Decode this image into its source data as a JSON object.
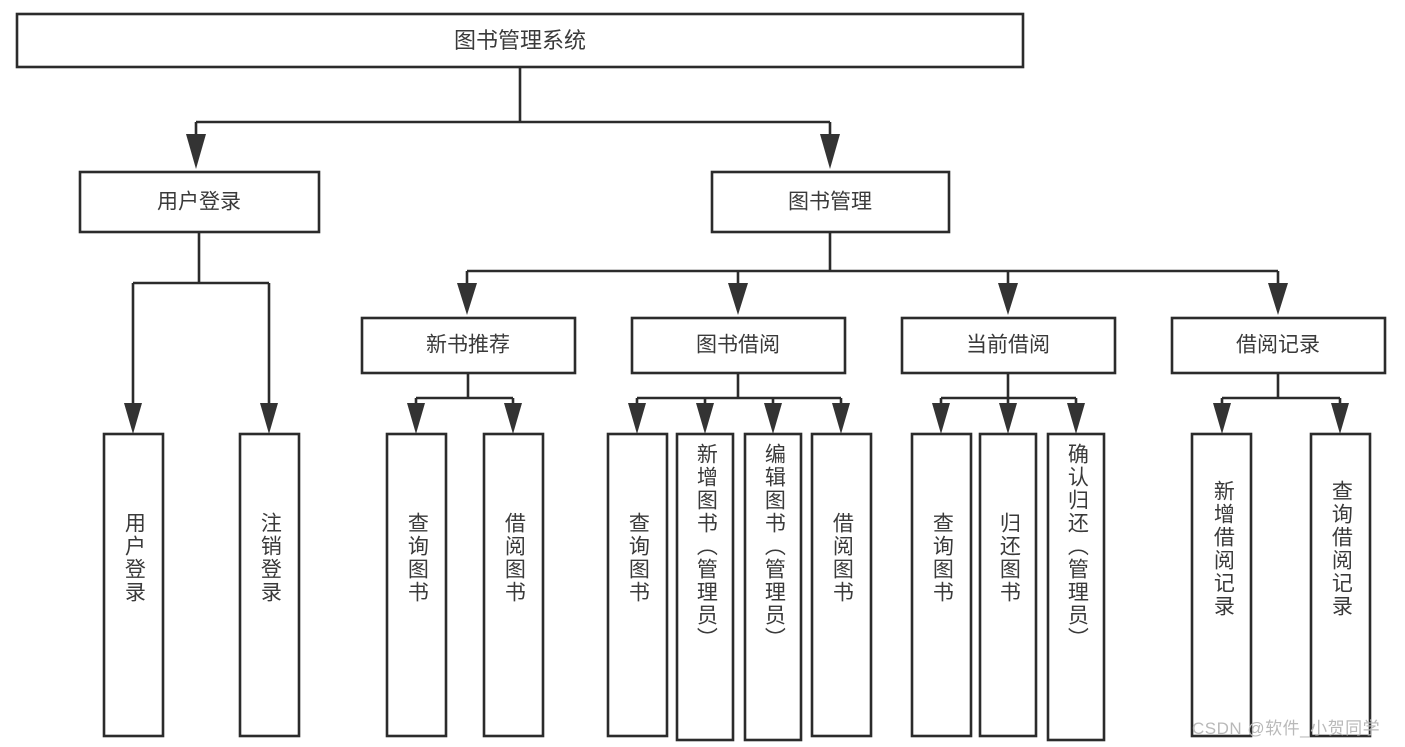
{
  "diagram": {
    "type": "tree-hierarchy",
    "title": "图书管理系统",
    "orientation": "top-down",
    "colors": {
      "background": "#ffffff",
      "box_stroke": "#2b2b2b",
      "box_fill": "#ffffff",
      "text": "#3a3a3a",
      "arrow": "#333333",
      "watermark": "#b9b9b9"
    },
    "root": {
      "label": "图书管理系统"
    },
    "level2": [
      {
        "label": "用户登录"
      },
      {
        "label": "图书管理"
      }
    ],
    "level3": [
      {
        "label": "新书推荐"
      },
      {
        "label": "图书借阅"
      },
      {
        "label": "当前借阅"
      },
      {
        "label": "借阅记录"
      }
    ],
    "leaves": {
      "user_login": [
        {
          "label": "用户登录"
        },
        {
          "label": "注销登录"
        }
      ],
      "new_book_recommend": [
        {
          "label": "查询图书"
        },
        {
          "label": "借阅图书"
        }
      ],
      "book_borrow": [
        {
          "label": "查询图书"
        },
        {
          "label": "新增图书（管理员）"
        },
        {
          "label": "编辑图书（管理员）"
        },
        {
          "label": "借阅图书"
        }
      ],
      "current_borrow": [
        {
          "label": "查询图书"
        },
        {
          "label": "归还图书"
        },
        {
          "label": "确认归还（管理员）"
        }
      ],
      "borrow_record": [
        {
          "label": "新增借阅记录"
        },
        {
          "label": "查询借阅记录"
        }
      ]
    },
    "watermark": "CSDN @软件_小贺同学"
  }
}
